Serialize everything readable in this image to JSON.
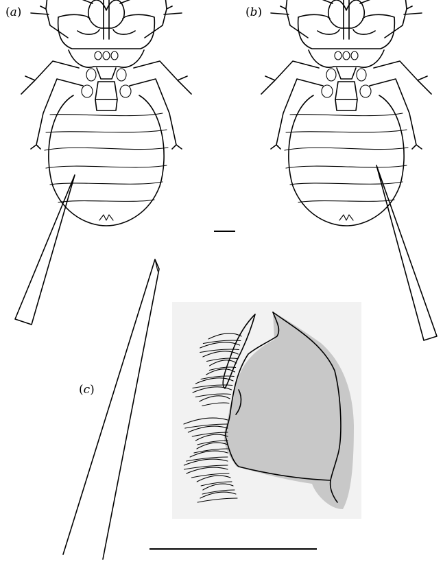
{
  "panels": {
    "a": {
      "open": "(",
      "letter": "a",
      "close": ")"
    },
    "b": {
      "open": "(",
      "letter": "b",
      "close": ")"
    },
    "c": {
      "open": "(",
      "letter": "c",
      "close": ")"
    }
  },
  "colors": {
    "ink": "#000000",
    "paramere_fill": "#c8c8c8",
    "inset_background": "#f2f2f2"
  },
  "icons": {
    "insect": "bed-bug-ventral-view",
    "needle": "insemination-needle",
    "organ": "paramere-with-setae"
  }
}
